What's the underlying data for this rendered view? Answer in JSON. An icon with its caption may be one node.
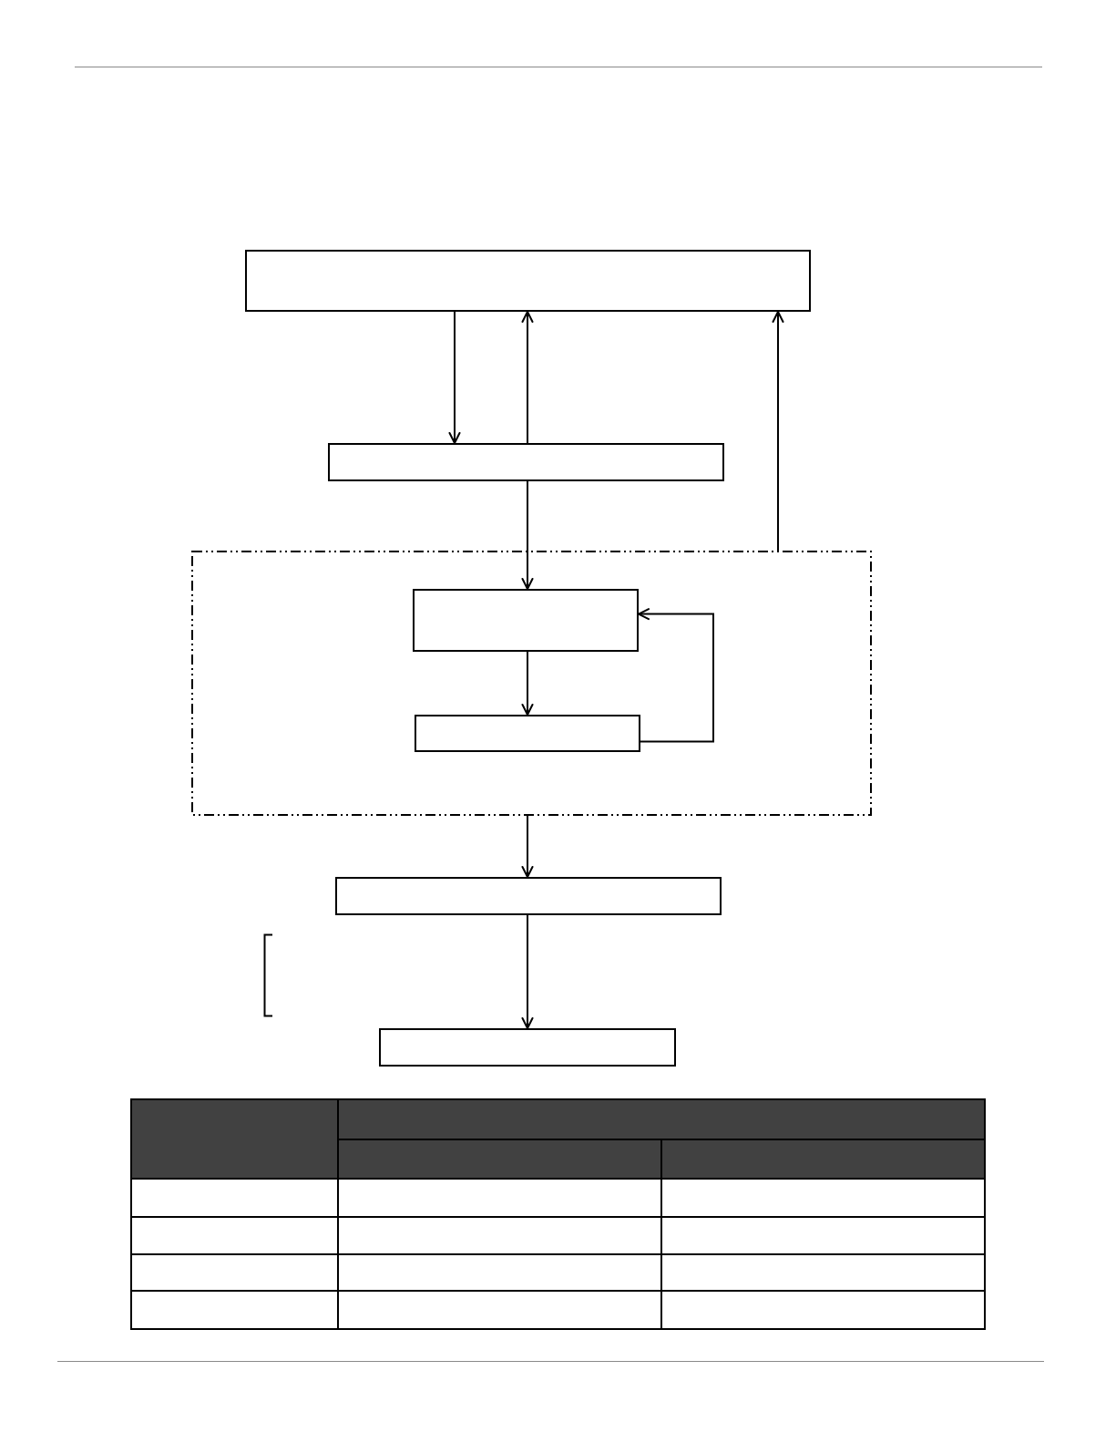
{
  "diagram": {
    "nodes": [
      {
        "text": [],
        "shape": "box"
      },
      {
        "text": [],
        "shape": "box"
      },
      {
        "text": [],
        "shape": "box"
      },
      {
        "text": [],
        "shape": "box",
        "in": 2
      },
      {
        "text": [],
        "shape": "box",
        "in": 2
      },
      {
        "text": [],
        "shape": "box"
      },
      {
        "text": [],
        "shape": "box"
      }
    ],
    "edges": [
      {
        "from": 0,
        "to": 1,
        "arrow": "to"
      },
      {
        "from": 1,
        "to": 0,
        "arrow": "to"
      },
      {
        "from": 1,
        "to": 3,
        "arrow": "to"
      },
      {
        "from": 2,
        "to": 0,
        "arrow": "to"
      },
      {
        "from": 3,
        "to": 4,
        "arrow": "to"
      },
      {
        "from": 4,
        "to": 3,
        "arrow": "to"
      },
      {
        "from": 2,
        "to": 5,
        "arrow": "to"
      },
      {
        "from": 5,
        "to": 6,
        "arrow": "to"
      }
    ]
  }
}
